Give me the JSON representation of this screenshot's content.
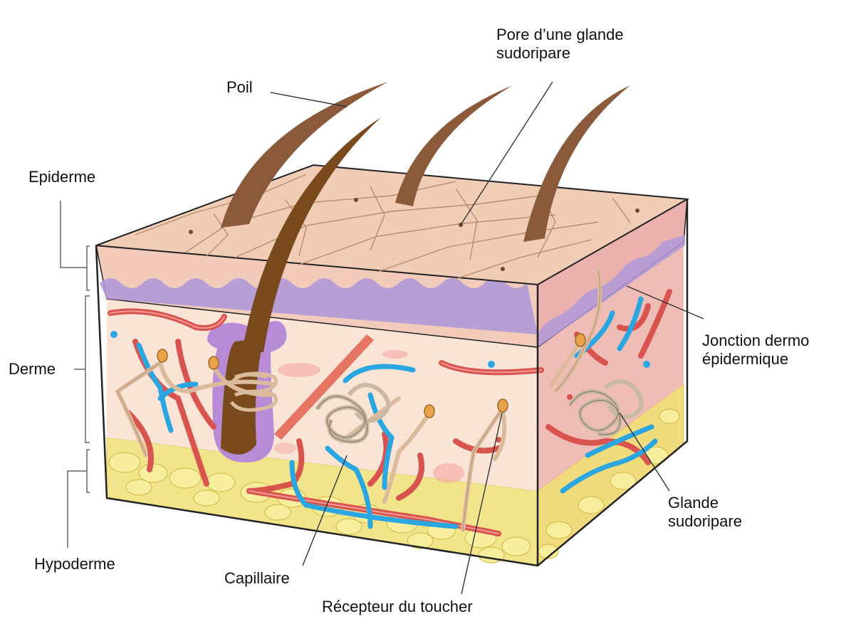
{
  "labels": {
    "poil": "Poil",
    "pore": "Pore d’une glande sudoripare",
    "epiderme": "Epiderme",
    "derme": "Derme",
    "hypoderme": "Hypoderme",
    "jonction": "Jonction dermo épidermique",
    "glande": "Glande sudoripare",
    "capillaire": "Capillaire",
    "recepteur": "Récepteur du toucher"
  },
  "colors": {
    "skin_surface": "#f1cdb6",
    "epidermis_side": "#f3cbbb",
    "junction": "#a98fd8",
    "dermis": "#fae4d6",
    "dermis_right": "#f0bcb6",
    "fat": "#f2e48a",
    "hair": "#7a4a1c",
    "artery": "#d9534f",
    "vein": "#2aa7e0",
    "nerve": "#dcbb9c"
  }
}
